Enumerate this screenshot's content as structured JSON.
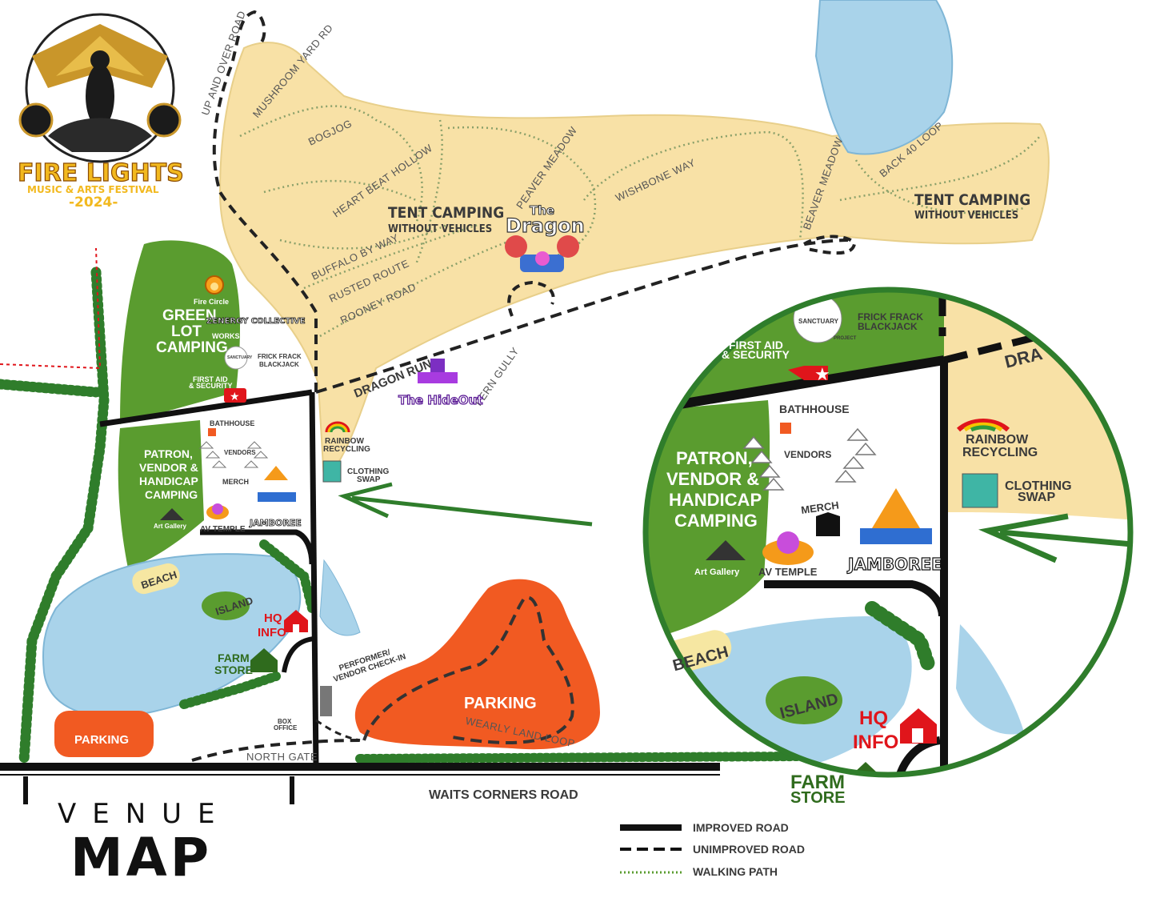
{
  "logo": {
    "line1": "FIRE LIGHTS",
    "line2": "MUSIC & ARTS FESTIVAL",
    "line3": "-2024-"
  },
  "title": {
    "venue": "VENUE",
    "map": "MAP"
  },
  "areas": {
    "tent_camping_1": {
      "title": "TENT CAMPING",
      "sub": "WITHOUT VEHICLES"
    },
    "tent_camping_2": {
      "title": "TENT CAMPING",
      "sub": "WITHOUT VEHICLES"
    },
    "green_lot": [
      "GREEN",
      "LOT",
      "CAMPING"
    ],
    "patron": [
      "PATRON,",
      "VENDOR &",
      "HANDICAP",
      "CAMPING"
    ],
    "parking_main": "PARKING",
    "parking_small": "PARKING",
    "beach": "BEACH",
    "island": "ISLAND"
  },
  "paths": {
    "up_and_over": "UP AND OVER ROAD",
    "mushroom": "MUSHROOM YARD RD",
    "bogjog": "BOGJOG",
    "heart_beat": "HEART BEAT HOLLOW",
    "peaver": "PEAVER MEADOW",
    "wishbone": "WISHBONE WAY",
    "beaver": "BEAVER MEADOW",
    "back40": "BACK 40 LOOP",
    "buffalo": "BUFFALO BY WAY",
    "rusted": "RUSTED ROUTE",
    "rooney": "ROONEY ROAD",
    "dragon_run": "DRAGON RUN",
    "fern": "FERN GULLY",
    "wearly": "WEARLY LAND LOOP",
    "waits": "WAITS CORNERS ROAD",
    "north_gate": "NORTH GATE"
  },
  "venues": {
    "dragon_1": "The",
    "dragon_2": "Dragon",
    "hideout": "The HideOut",
    "fire_circle": "Fire Circle",
    "zenergy": "ZENERGY COLLECTIVE",
    "workshops": "WORKSHOPS",
    "sanctuary": "SANCTUARY",
    "project": "PROJECT",
    "frick_1": "FRICK FRACK",
    "frick_2": "BLACKJACK",
    "first_aid_1": "FIRST AID",
    "first_aid_2": "& SECURITY",
    "bathhouse": "BATHHOUSE",
    "vendors": "VENDORS",
    "merch": "MERCH",
    "jamboree": "JAMBOREE",
    "av_temple": "AV TEMPLE",
    "art_gallery": "Art Gallery",
    "rainbow_1": "RAINBOW",
    "rainbow_2": "RECYCLING",
    "clothing_1": "CLOTHING",
    "clothing_2": "SWAP",
    "hq_1": "HQ",
    "hq_2": "INFO",
    "farm_1": "FARM",
    "farm_2": "STORE",
    "performer_1": "PERFORMER/",
    "performer_2": "VENDOR CHECK-IN",
    "box_1": "BOX",
    "box_2": "OFFICE"
  },
  "inset": {
    "first_aid_1": "FIRST AID",
    "first_aid_2": "& SECURITY",
    "sanctuary": "SANCTUARY",
    "project": "PROJECT",
    "frick_1": "FRICK FRACK",
    "frick_2": "BLACKJACK",
    "dragon_partial": "DRA",
    "bathhouse": "BATHHOUSE",
    "vendors": "VENDORS",
    "merch": "MERCH",
    "patron": [
      "PATRON,",
      "VENDOR &",
      "HANDICAP",
      "CAMPING"
    ],
    "rainbow_1": "RAINBOW",
    "rainbow_2": "RECYCLING",
    "clothing_1": "CLOTHING",
    "clothing_2": "SWAP",
    "art_gallery": "Art Gallery",
    "av_temple": "AV TEMPLE",
    "jamboree": "JAMBOREE",
    "beach": "BEACH",
    "island": "ISLAND",
    "hq_1": "HQ",
    "hq_2": "INFO",
    "farm_1": "FARM",
    "farm_2": "STORE"
  },
  "legend": {
    "improved": "IMPROVED ROAD",
    "unimproved": "UNIMPROVED ROAD",
    "walking": "WALKING PATH"
  },
  "colors": {
    "camping": "#f8e1a6",
    "green": "#5a9c2f",
    "water": "#a9d3ea",
    "parking": "#f15a22",
    "hedge": "#2f7d2b",
    "red": "#e0151b"
  }
}
